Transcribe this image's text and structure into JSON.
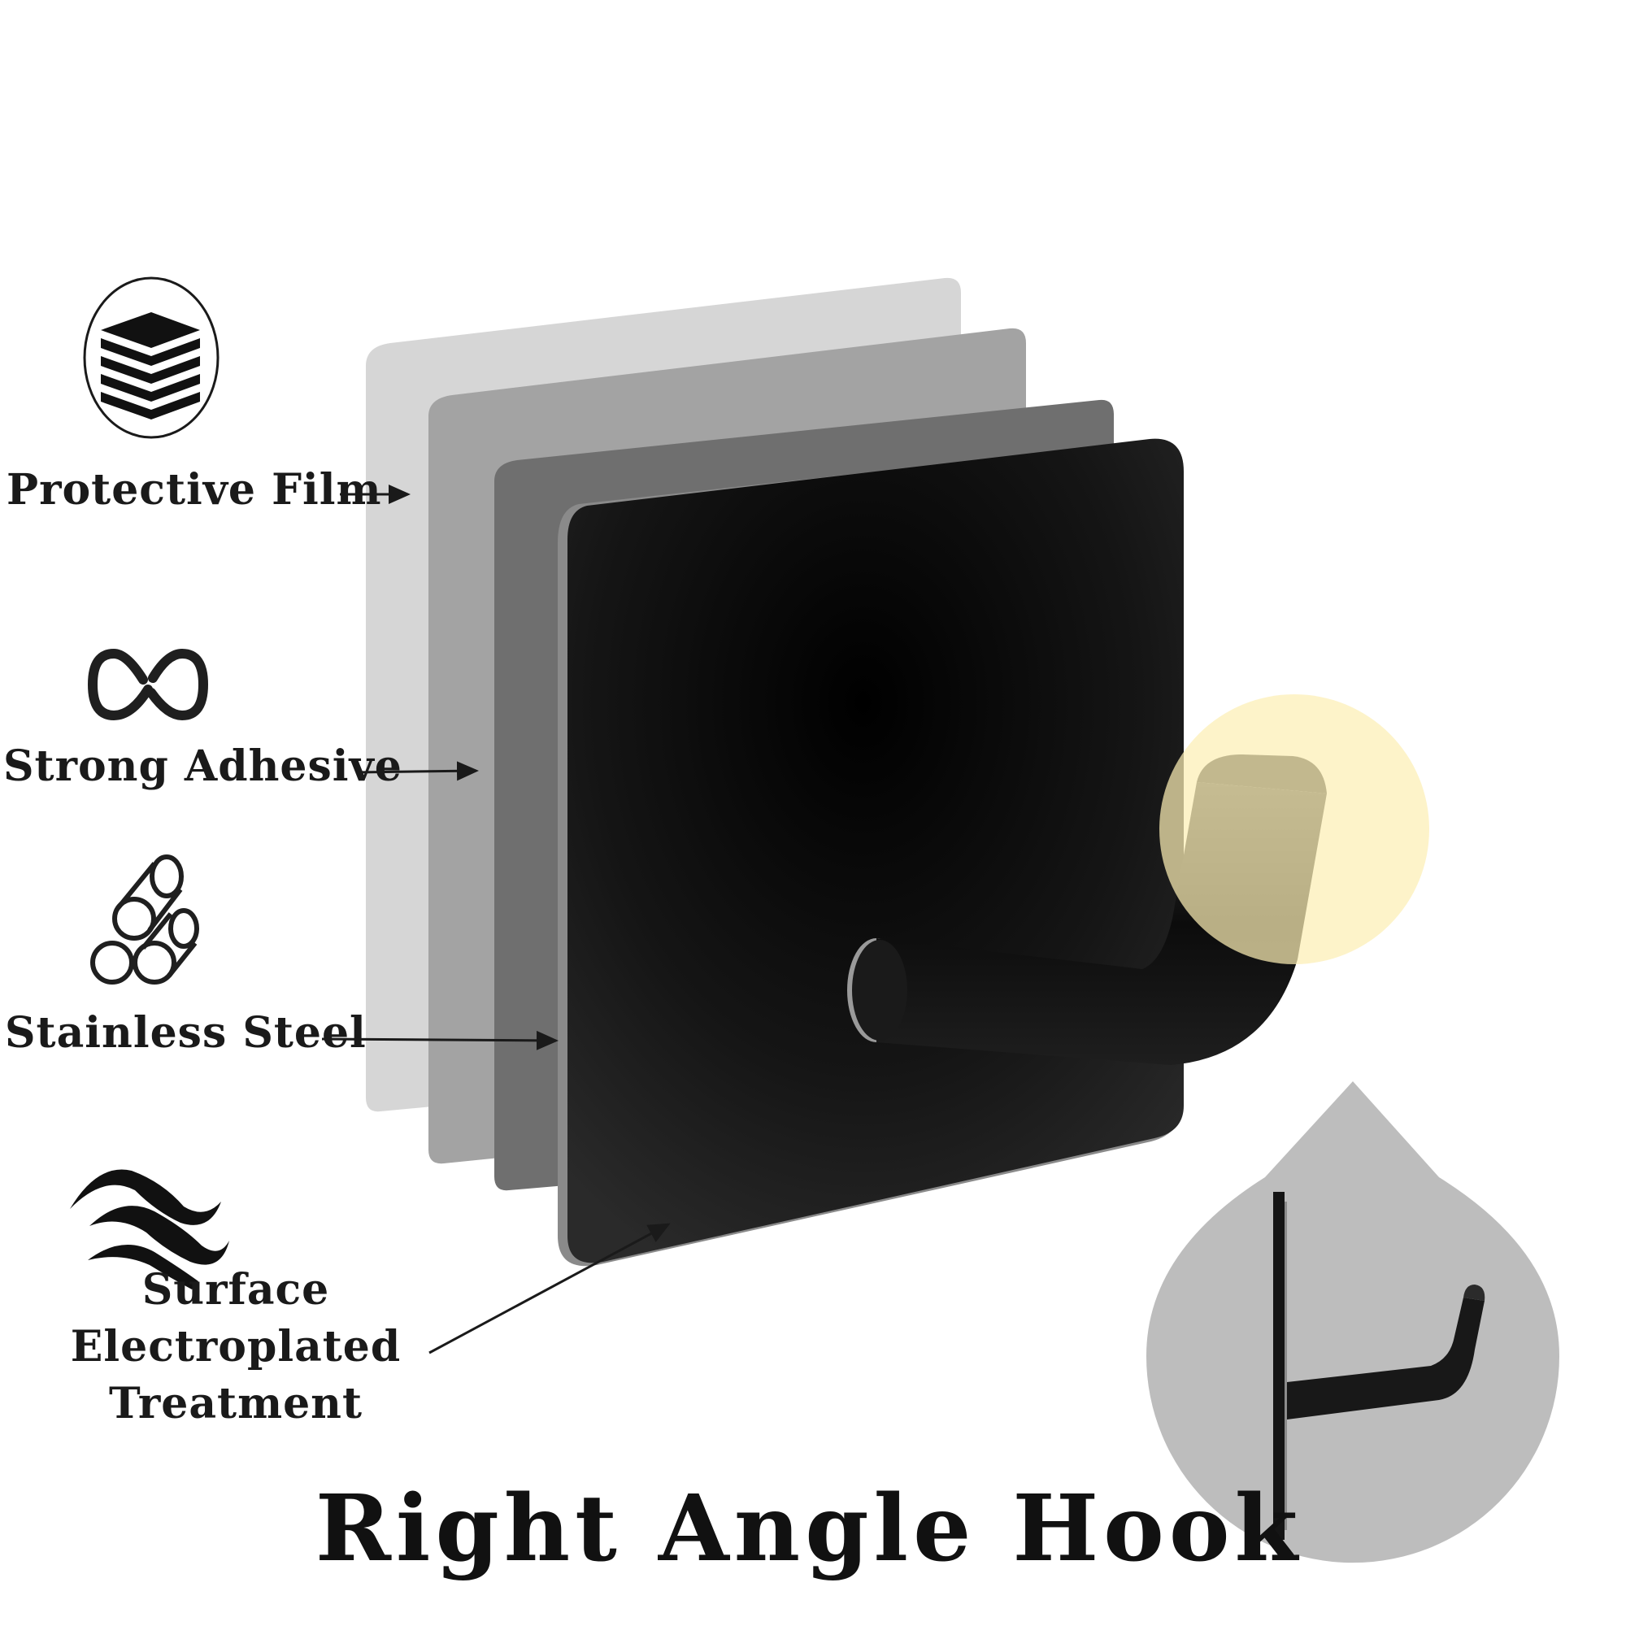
{
  "features": [
    {
      "label": "Protective Film",
      "icon": "layers-stack-icon"
    },
    {
      "label": "Strong Adhesive",
      "icon": "infinity-link-icon"
    },
    {
      "label": "Stainless Steel",
      "icon": "steel-rods-icon"
    },
    {
      "label_line1": "Surface Electroplated",
      "label_line2": "Treatment",
      "icon": "waves-icon"
    }
  ],
  "title": "Right Angle Hook",
  "colors": {
    "film": "#d6d6d6",
    "adhesive": "#a6a6a6",
    "layer": "#737373",
    "plate": "#0f0f0f",
    "highlight": "#fcefb4",
    "side_view_bg": "#bdbdbd"
  }
}
